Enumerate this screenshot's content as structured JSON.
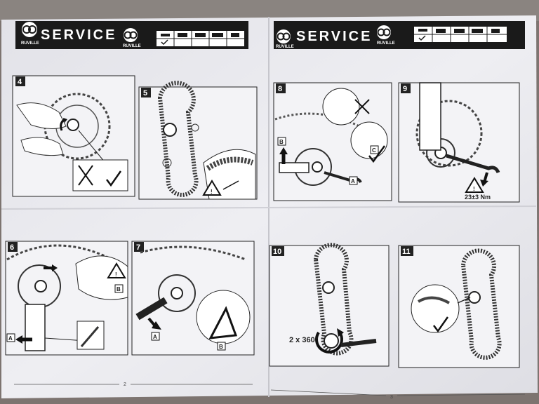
{
  "header": {
    "left": {
      "title": "SERVICE",
      "brand": "RUVILLE"
    },
    "right": {
      "title": "SERVICE",
      "brand": "RUVILLE"
    }
  },
  "panels": {
    "p4": {
      "number": "4"
    },
    "p5": {
      "number": "5"
    },
    "p8": {
      "number": "8",
      "label_a": "A",
      "label_b": "B",
      "label_c": "C"
    },
    "p9": {
      "number": "9",
      "torque": "23±3 Nm"
    },
    "p6": {
      "number": "6",
      "label_a": "A",
      "label_b": "B"
    },
    "p7": {
      "number": "7",
      "label_a": "A",
      "label_b": "B"
    },
    "p10": {
      "number": "10",
      "rotation": "2 x 360°"
    },
    "p11": {
      "number": "11"
    }
  },
  "footer": {
    "page_left": "2",
    "page_right": "3"
  },
  "colors": {
    "paper": "#e9e9ee",
    "header_bar": "#1a1a1a",
    "table": "#7d7470"
  }
}
